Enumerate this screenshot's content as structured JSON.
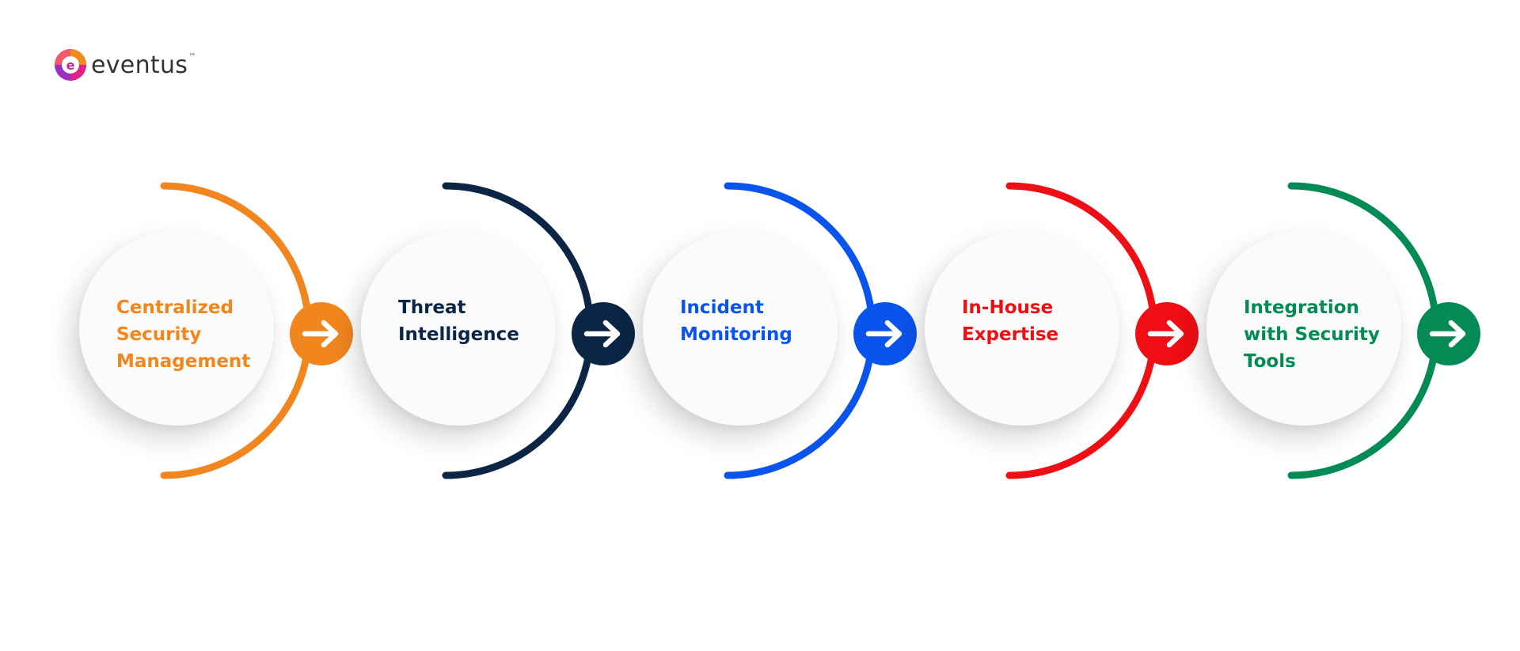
{
  "brand": {
    "name": "eventus",
    "trademark": "™"
  },
  "steps": [
    {
      "label": "Centralized\nSecurity\nManagement",
      "color": "#F2861E"
    },
    {
      "label": "Threat\nIntelligence",
      "color": "#0B2545"
    },
    {
      "label": "Incident\nMonitoring",
      "color": "#0A54EE"
    },
    {
      "label": "In-House\nExpertise",
      "color": "#EE0E14"
    },
    {
      "label": "Integration\nwith Security\nTools",
      "color": "#038A55"
    }
  ],
  "icons": {
    "connector": "arrow-right-icon",
    "logo": "eventus-logo-icon"
  }
}
